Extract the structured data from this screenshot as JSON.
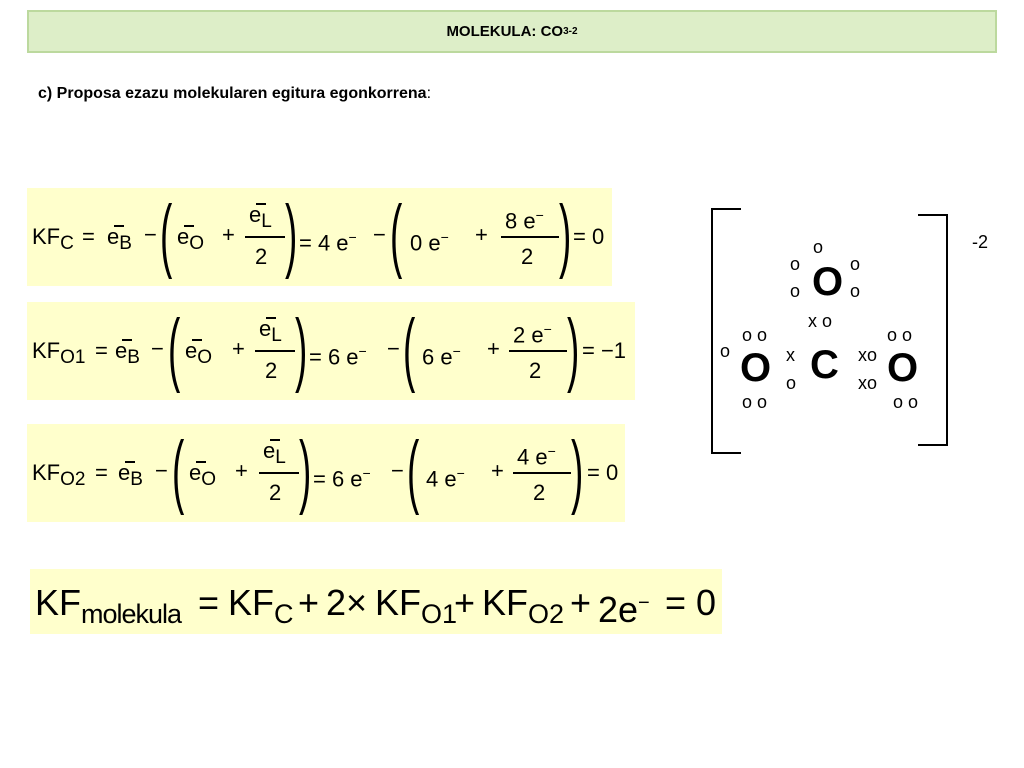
{
  "title": {
    "prefix": "MOLEKULA: CO",
    "subscript": "3",
    "superscript": "-2"
  },
  "question": {
    "label": "c) Proposa ezazu molekularen egitura egonkorrena",
    "colon": ":"
  },
  "eq_c": {
    "kf": "KF",
    "sub": "C",
    "eq": "=",
    "eb": "e",
    "eb_sub": "B",
    "minus": "−",
    "eo": "e",
    "eo_sub": "O",
    "plus": "+",
    "el": "e",
    "el_sub": "L",
    "den": "2",
    "eq2": "= 4 e",
    "minus2": "−",
    "term2": "0 e",
    "plus2": "+",
    "num3": "8 e",
    "den3": "2",
    "result": "= 0"
  },
  "eq_o1": {
    "kf": "KF",
    "sub": "O1",
    "eq": "=",
    "eb": "e",
    "eb_sub": "B",
    "minus": "−",
    "eo": "e",
    "eo_sub": "O",
    "plus": "+",
    "el": "e",
    "el_sub": "L",
    "den": "2",
    "eq2": "= 6 e",
    "minus2": "−",
    "term2": "6 e",
    "plus2": "+",
    "num3": "2 e",
    "den3": "2",
    "result": "= −1"
  },
  "eq_o2": {
    "kf": "KF",
    "sub": "O2",
    "eq": "=",
    "eb": "e",
    "eb_sub": "B",
    "minus": "−",
    "eo": "e",
    "eo_sub": "O",
    "plus": "+",
    "el": "e",
    "el_sub": "L",
    "den": "2",
    "eq2": "= 6 e",
    "minus2": "−",
    "term2": "4 e",
    "plus2": "+",
    "num3": "4 e",
    "den3": "2",
    "result": "= 0"
  },
  "eq_mol": {
    "kf": "KF",
    "sub": "molekula",
    "eq": "=",
    "kfc": "KF",
    "kfc_sub": "C",
    "plus1": "+",
    "times": "2×",
    "kf1": "KF",
    "kf1_sub": "O1",
    "plus2": "+",
    "kf2": "KF",
    "kf2_sub": "O2",
    "plus3": "+",
    "tail": "2e",
    "tail_sup": "−",
    "result": "= 0"
  },
  "lewis": {
    "charge": "-2",
    "atoms": {
      "top_o": "O",
      "left_o": "O",
      "center_c": "C",
      "right_o": "O"
    },
    "electrons": {
      "top_o_top": "o",
      "top_o_left": "o",
      "top_o_right": "o",
      "top_o_bl": "o",
      "top_o_br": "o",
      "c_top": "x o",
      "left_o_top": "o o",
      "left_o_left": "o",
      "left_o_bottom": "o o",
      "c_left_top": "x",
      "c_left_bottom": "o",
      "right_o_top": "o o",
      "right_o_bottom": "o o",
      "c_right_top": "xo",
      "c_right_bottom": "xo"
    }
  }
}
